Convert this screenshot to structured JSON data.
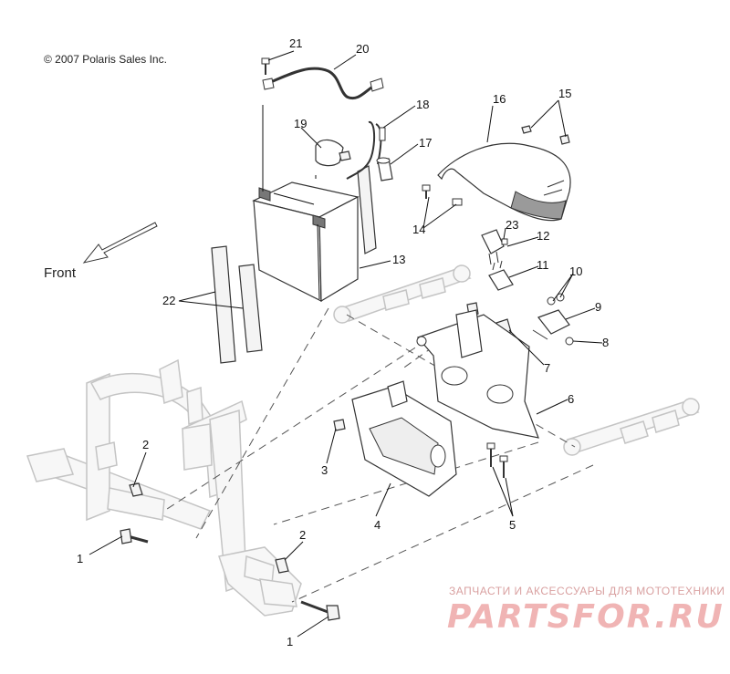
{
  "copyright": "© 2007 Polaris Sales Inc.",
  "front_label": "Front",
  "watermark": {
    "tagline": "ЗАПЧАСТИ И АКСЕССУАРЫ ДЛЯ МОТОТЕХНИКИ",
    "logo": "PARTSFOR.RU"
  },
  "callouts": {
    "c1a": "1",
    "c1b": "1",
    "c2a": "2",
    "c2b": "2",
    "c3": "3",
    "c4": "4",
    "c5": "5",
    "c6": "6",
    "c7": "7",
    "c8": "8",
    "c9": "9",
    "c10": "10",
    "c11": "11",
    "c12": "12",
    "c13": "13",
    "c14": "14",
    "c15": "15",
    "c16": "16",
    "c17": "17",
    "c18": "18",
    "c19": "19",
    "c20": "20",
    "c21": "21",
    "c22": "22",
    "c23": "23"
  }
}
